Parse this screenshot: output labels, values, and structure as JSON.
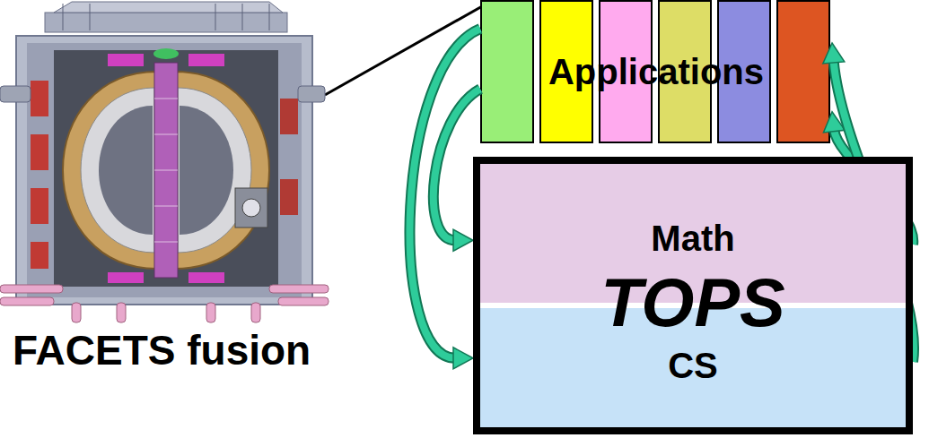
{
  "diagram": {
    "nodes": [
      {
        "text": [
          "Applications"
        ]
      },
      {
        "text": [
          "TOPS"
        ]
      },
      {
        "text": [
          "Math"
        ],
        "in": 1
      },
      {
        "text": [
          "CS"
        ],
        "in": 1
      }
    ],
    "edges": [
      {
        "from": 0,
        "to": 2,
        "arrow": "to"
      },
      {
        "from": 0,
        "to": 3,
        "arrow": "to"
      },
      {
        "from": 2,
        "to": 0,
        "arrow": "to"
      },
      {
        "from": 3,
        "to": 0,
        "arrow": "to"
      }
    ],
    "labels": [
      "FACETS fusion"
    ]
  }
}
